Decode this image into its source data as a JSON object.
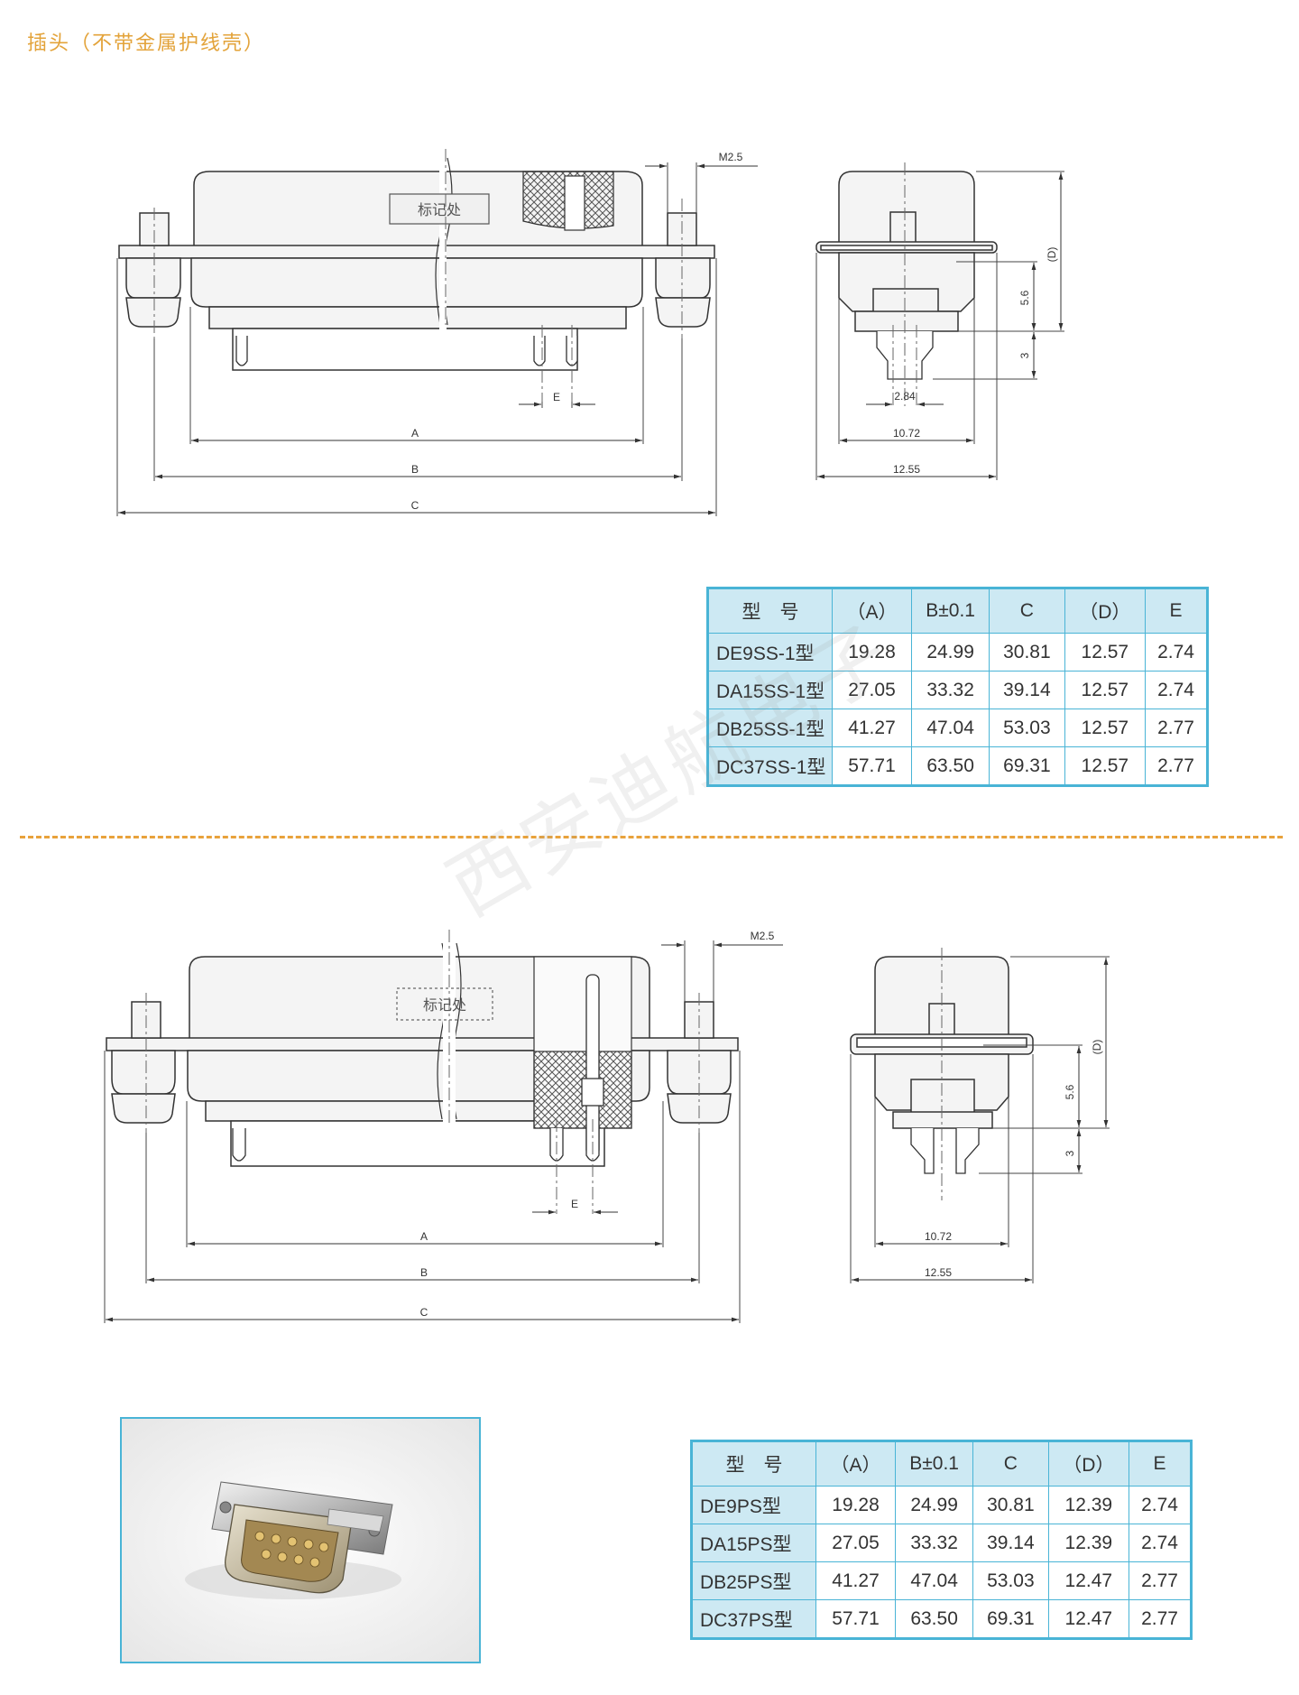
{
  "header": {
    "title": "插头（不带金属护线壳）"
  },
  "watermark": {
    "text": "西安迪航电子"
  },
  "drawing_top": {
    "thread_label": "M2.5",
    "marking_label": "标记处",
    "dim_A": "A",
    "dim_B": "B",
    "dim_C": "C",
    "dim_E": "E",
    "side_D": "(D)",
    "side_h1": "5.6",
    "side_h2": "3",
    "side_w0": "2.84",
    "side_w1": "10.72",
    "side_w2": "12.55"
  },
  "drawing_bottom": {
    "thread_label": "M2.5",
    "marking_label": "标记处",
    "dim_A": "A",
    "dim_B": "B",
    "dim_C": "C",
    "dim_E": "E",
    "side_D": "(D)",
    "side_h1": "5.6",
    "side_h2": "3",
    "side_w1": "10.72",
    "side_w2": "12.55"
  },
  "table_ss": {
    "headers": [
      "型　号",
      "（A）",
      "B±0.1",
      "C",
      "（D）",
      "E"
    ],
    "rows": [
      [
        "DE9SS-1型",
        "19.28",
        "24.99",
        "30.81",
        "12.57",
        "2.74"
      ],
      [
        "DA15SS-1型",
        "27.05",
        "33.32",
        "39.14",
        "12.57",
        "2.74"
      ],
      [
        "DB25SS-1型",
        "41.27",
        "47.04",
        "53.03",
        "12.57",
        "2.77"
      ],
      [
        "DC37SS-1型",
        "57.71",
        "63.50",
        "69.31",
        "12.57",
        "2.77"
      ]
    ]
  },
  "table_ps": {
    "headers": [
      "型　号",
      "（A）",
      "B±0.1",
      "C",
      "（D）",
      "E"
    ],
    "rows": [
      [
        "DE9PS型",
        "19.28",
        "24.99",
        "30.81",
        "12.39",
        "2.74"
      ],
      [
        "DA15PS型",
        "27.05",
        "33.32",
        "39.14",
        "12.39",
        "2.74"
      ],
      [
        "DB25PS型",
        "41.27",
        "47.04",
        "53.03",
        "12.47",
        "2.77"
      ],
      [
        "DC37PS型",
        "57.71",
        "63.50",
        "69.31",
        "12.47",
        "2.77"
      ]
    ]
  }
}
